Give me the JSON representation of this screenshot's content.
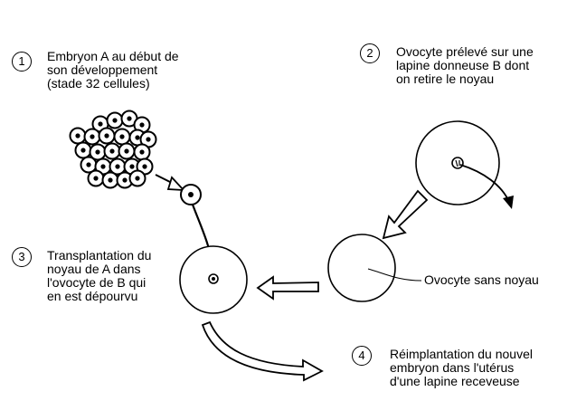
{
  "steps": [
    {
      "number": "1",
      "text": "Embryon A au début de\nson développement\n(stade 32 cellules)"
    },
    {
      "number": "2",
      "text": "Ovocyte prélevé sur une\nlapine donneuse B dont\non retire le noyau"
    },
    {
      "number": "3",
      "text": "Transplantation du\nnoyau de A dans\nl'ovocyte de B qui\nen est dépourvu"
    },
    {
      "number": "4",
      "text": "Réimplantation du nouvel\nembryon dans l'utérus\nd'une lapine receveuse"
    }
  ],
  "annotation": {
    "ovocyte_label": "Ovocyte sans noyau"
  }
}
